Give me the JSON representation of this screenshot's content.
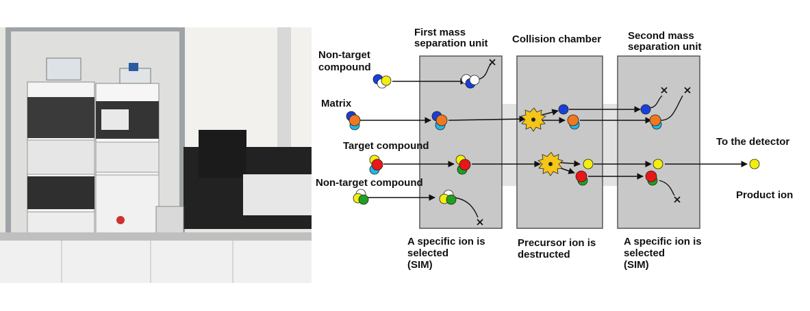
{
  "photo": {
    "subject": "lc-ms-instrument"
  },
  "diagram": {
    "units": [
      {
        "label_lines": [
          "First mass",
          "separation unit"
        ],
        "caption_lines": [
          "A specific ion is",
          "selected",
          "(SIM)"
        ]
      },
      {
        "label_lines": [
          "Collision chamber"
        ],
        "caption_lines": [
          "Precursor ion is",
          "destructed"
        ]
      },
      {
        "label_lines": [
          "Second mass",
          "separation unit"
        ],
        "caption_lines": [
          "A specific ion is",
          "selected",
          "(SIM)"
        ]
      }
    ],
    "inputs": [
      {
        "label_lines": [
          "Non-target",
          "compound"
        ]
      },
      {
        "label_lines": [
          "Matrix"
        ]
      },
      {
        "label_lines": [
          "Target compound"
        ]
      },
      {
        "label_lines": [
          "Non-target compound"
        ]
      }
    ],
    "output": {
      "detector_label": "To the detector",
      "product_label": "Product ion"
    },
    "colors": {
      "panel": "#c8c8c8",
      "channel": "#e2e2e2",
      "yellow": "#f2ee10",
      "blue": "#1a3fd8",
      "orange": "#f07820",
      "cyan": "#20b8e8",
      "red": "#e81818",
      "green": "#20a020",
      "burst": "#f5c518"
    }
  }
}
